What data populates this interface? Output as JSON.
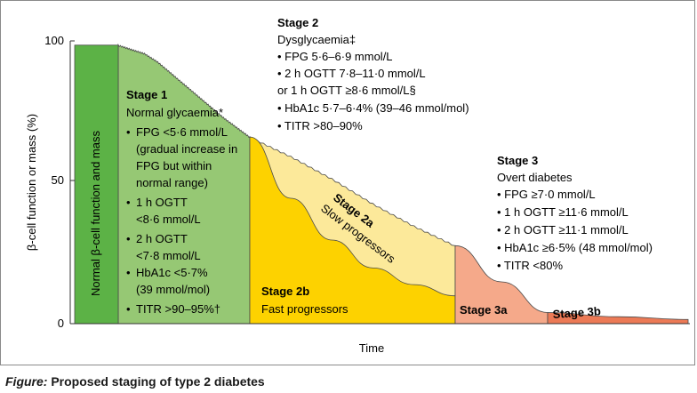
{
  "chart_data": {
    "type": "area",
    "xlabel": "Time",
    "ylabel": "β-cell function or mass (%)",
    "ylim": [
      0,
      100
    ],
    "yticks": [
      "0",
      "50",
      "100"
    ],
    "grid": false,
    "normal_bar_label": "Normal β-cell function and mass",
    "stages": {
      "stage1": {
        "title": "Stage 1",
        "subtitle": "Normal glycaemia*",
        "criteria": [
          [
            "FPG <5·6 mmol/L",
            "(gradual increase in",
            "FPG but within",
            "normal range)"
          ],
          [
            "1 h OGTT",
            "<8·6 mmol/L"
          ],
          [
            "2 h OGTT",
            "<7·8 mmol/L"
          ],
          [
            "HbA1c <5·7%",
            "(39 mmol/mol)"
          ],
          [
            "TITR >90–95%†"
          ]
        ]
      },
      "stage2": {
        "title": "Stage 2",
        "subtitle": "Dysglycaemia‡",
        "lines": [
          "• FPG 5·6–6·9 mmol/L",
          "• 2 h OGTT 7·8–11·0 mmol/L",
          "or 1 h OGTT ≥8·6 mmol/L§",
          "• HbA1c 5·7–6·4% (39–46 mmol/mol)",
          "• TITR >80–90%"
        ]
      },
      "stage2a": {
        "title": "Stage 2a",
        "subtitle": "Slow progressors"
      },
      "stage2b": {
        "title": "Stage 2b",
        "subtitle": "Fast progressors"
      },
      "stage3": {
        "title": "Stage 3",
        "subtitle": "Overt diabetes",
        "lines": [
          "• FPG ≥7·0 mmol/L",
          "• 1 h OGTT ≥11·6 mmol/L",
          "• 2 h OGTT ≥11·1 mmol/L",
          "• HbA1c ≥6·5% (48 mmol/mol)",
          "• TITR <80%"
        ]
      },
      "stage3a": {
        "title": "Stage 3a"
      },
      "stage3b": {
        "title": "Stage 3b"
      }
    },
    "series": [
      {
        "name": "Stage 1",
        "x": [
          0,
          0.1,
          0.2,
          0.3,
          0.4,
          0.5,
          0.6,
          0.7,
          0.8,
          0.9,
          1.0
        ],
        "values": [
          100,
          98.5,
          97,
          94,
          90,
          86,
          82,
          78,
          74,
          70.5,
          67
        ]
      },
      {
        "name": "Stage 2a",
        "x": [
          1.0,
          1.2,
          1.4,
          1.6,
          1.8,
          2.0
        ],
        "values": [
          67,
          60,
          52,
          43,
          35,
          28
        ]
      },
      {
        "name": "Stage 2b",
        "x": [
          1.0,
          1.2,
          1.4,
          1.6,
          1.8,
          2.0
        ],
        "values": [
          67,
          45,
          30,
          20,
          14,
          10
        ]
      },
      {
        "name": "Stage 3a",
        "x": [
          2.0,
          2.2,
          2.4
        ],
        "values": [
          28,
          15,
          4
        ]
      },
      {
        "name": "Stage 3b",
        "x": [
          2.4,
          2.7,
          3.0
        ],
        "values": [
          4,
          2.5,
          1.5
        ]
      }
    ],
    "colors": {
      "normal": "#5cb246",
      "stage1": "#96c874",
      "stage2a": "#fce99a",
      "stage2b": "#fdd200",
      "stage3a": "#f5a98a",
      "stage3b": "#ec7a56",
      "outline": "#4a4a4a"
    }
  },
  "caption": {
    "label": "Figure:",
    "text": "Proposed staging of type 2 diabetes"
  }
}
